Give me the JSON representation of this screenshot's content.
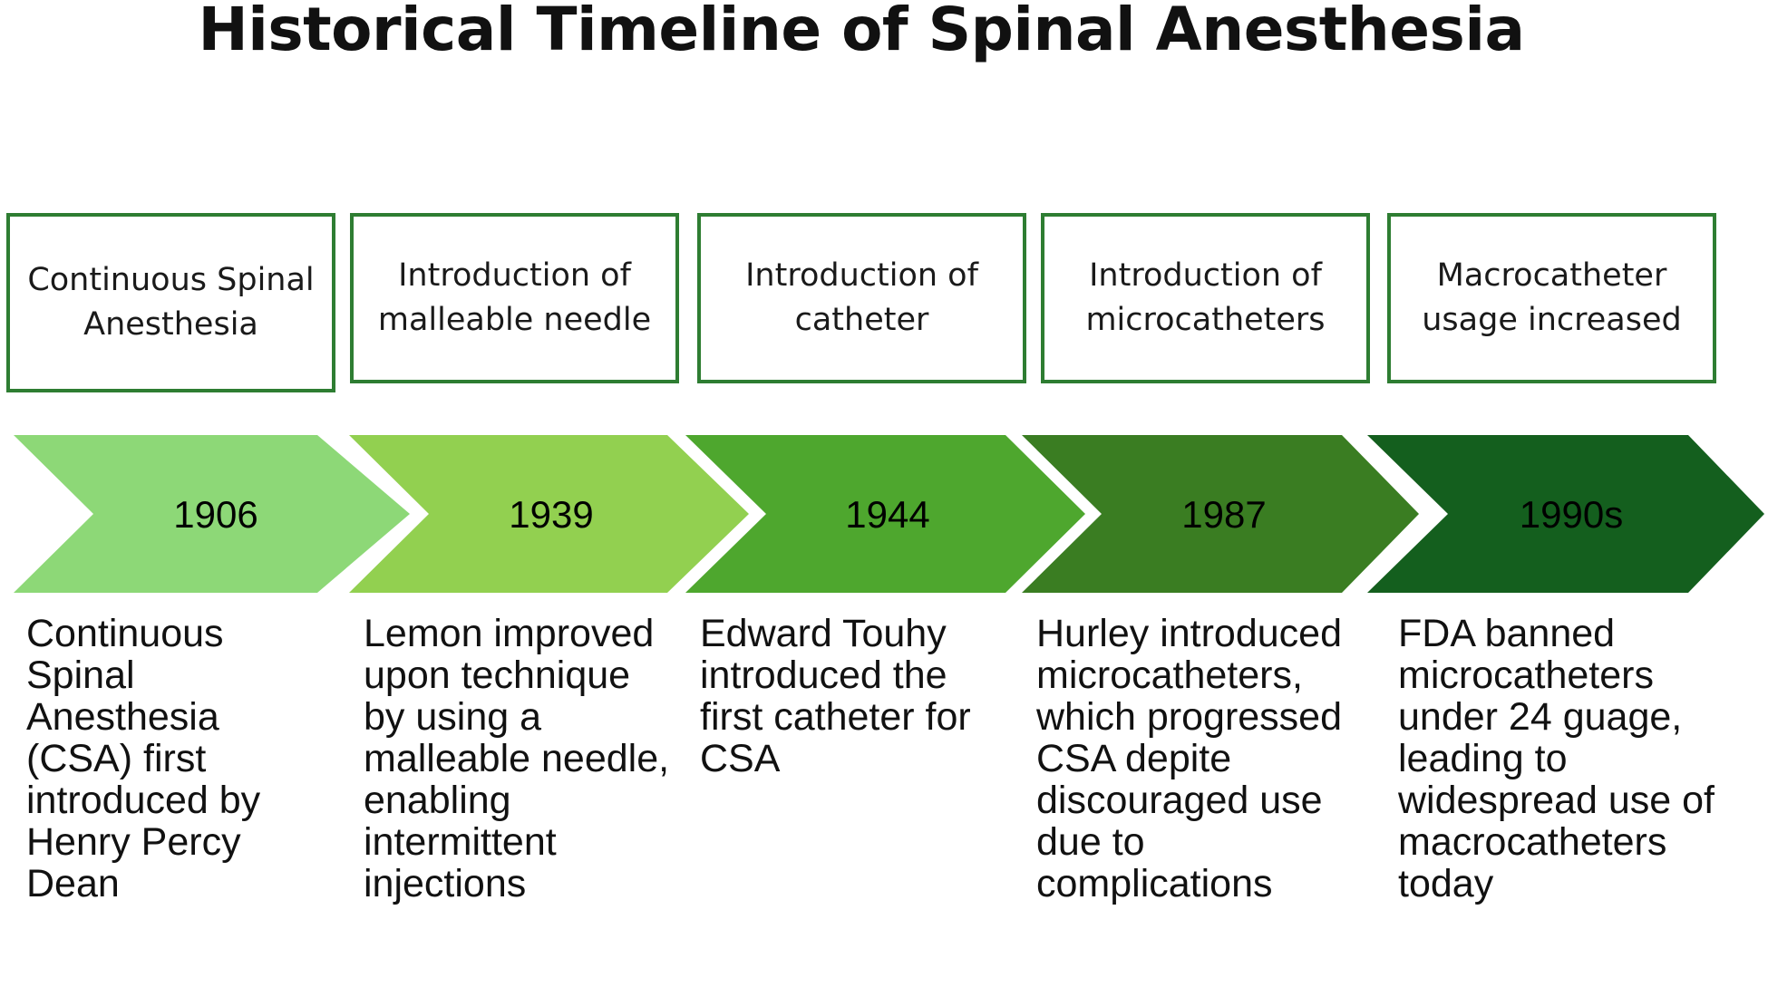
{
  "title": "Historical Timeline of Spinal Anesthesia",
  "colors": {
    "box_border": "#2e7d32",
    "arrow_1": "#8dd877",
    "arrow_2": "#92d050",
    "arrow_3": "#4ea72e",
    "arrow_4": "#3a7d22",
    "arrow_5": "#145f1e"
  },
  "milestones": [
    {
      "year": "1906",
      "event": "Continuous Spinal Anesthesia",
      "description": "Continuous Spinal Anesthesia (CSA) first introduced by Henry Percy Dean"
    },
    {
      "year": "1939",
      "event": "Introduction of malleable needle",
      "description": "Lemon improved upon technique by using a malleable needle, enabling intermittent injections"
    },
    {
      "year": "1944",
      "event": "Introduction of catheter",
      "description": "Edward Touhy introduced the first catheter for CSA"
    },
    {
      "year": "1987",
      "event": "Introduction of microcatheters",
      "description": "Hurley introduced microcatheters, which progressed CSA depite discouraged use due to complications"
    },
    {
      "year": "1990s",
      "event": "Macrocatheter usage increased",
      "description": "FDA banned microcatheters under 24 guage, leading to widespread use of macrocatheters today"
    }
  ]
}
